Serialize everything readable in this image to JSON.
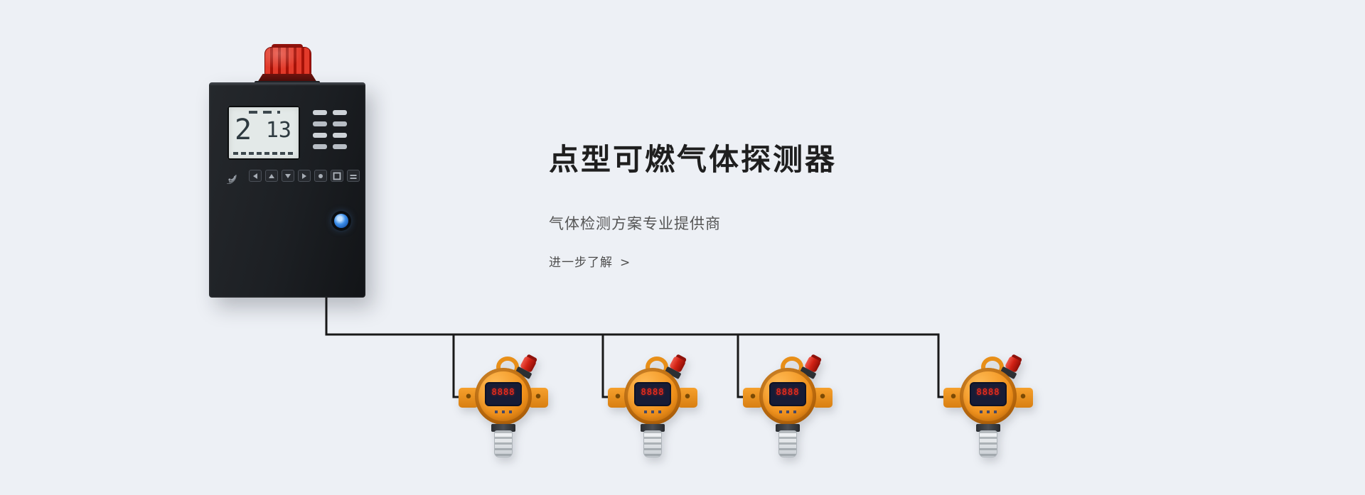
{
  "theme": {
    "page-bg": "#edf0f5",
    "wire-color": "#191919",
    "orange": "#f1921c",
    "orange-dark": "#c8700a",
    "alarm-red": "#d12215",
    "digit-red": "#ff2d1a",
    "blue-button": "#3b8de8",
    "heading-color": "#1f1f1f",
    "subtitle-color": "#555555",
    "link-color": "#4d4d4d"
  },
  "hero": {
    "title": "点型可燃气体探测器",
    "subtitle": "气体检测方案专业提供商",
    "cta": {
      "label": "进一步了解",
      "arrow": ">"
    }
  },
  "controller": {
    "lcd": {
      "channel_value": "2",
      "reading_value": "13"
    }
  },
  "detectors": [
    {
      "display": "8888"
    },
    {
      "display": "8888"
    },
    {
      "display": "8888"
    },
    {
      "display": "8888"
    }
  ]
}
